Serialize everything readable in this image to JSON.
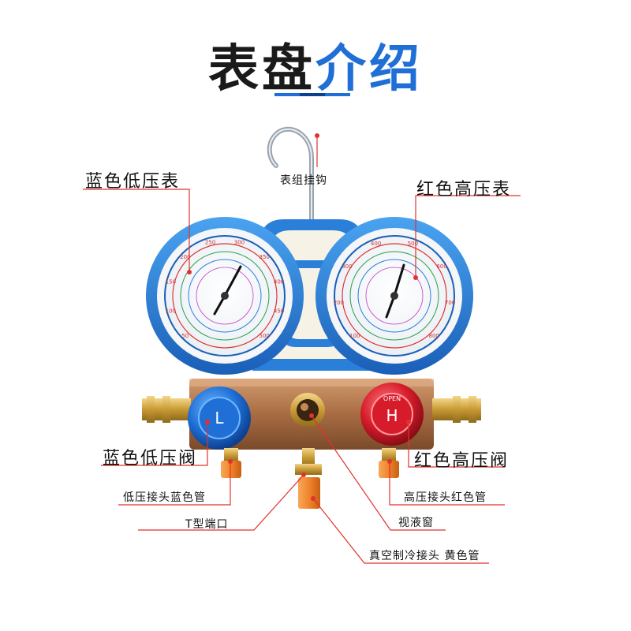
{
  "title": {
    "part1": "表盘",
    "part2": "介绍"
  },
  "labels": {
    "hook": "表组挂钩",
    "low_gauge": "蓝色低压表",
    "high_gauge": "红色高压表",
    "low_valve": "蓝色低压阀",
    "high_valve": "红色高压阀",
    "low_hose": "低压接头蓝色管",
    "high_hose": "高压接头红色管",
    "t_port": "T型端口",
    "sight_glass": "视液窗",
    "vacuum_port": "真空制冷接头 黄色管"
  },
  "colors": {
    "accent_blue": "#1f6fd6",
    "leader_red": "#e0332b",
    "gauge_blue": "#2a7fd9",
    "valve_red": "#d61c2a",
    "manifold": "#b07a52",
    "brass": "#d8b04a",
    "cap_orange": "#f0842b"
  },
  "gauges": {
    "low": {
      "valve_letter": "L",
      "scale_ticks": [
        "50",
        "100",
        "150",
        "200",
        "250",
        "300",
        "350",
        "400",
        "450",
        "500"
      ]
    },
    "high": {
      "valve_letter": "H",
      "valve_text": "OPEN",
      "scale_ticks": [
        "100",
        "200",
        "300",
        "400",
        "500",
        "600",
        "700",
        "800"
      ]
    }
  }
}
